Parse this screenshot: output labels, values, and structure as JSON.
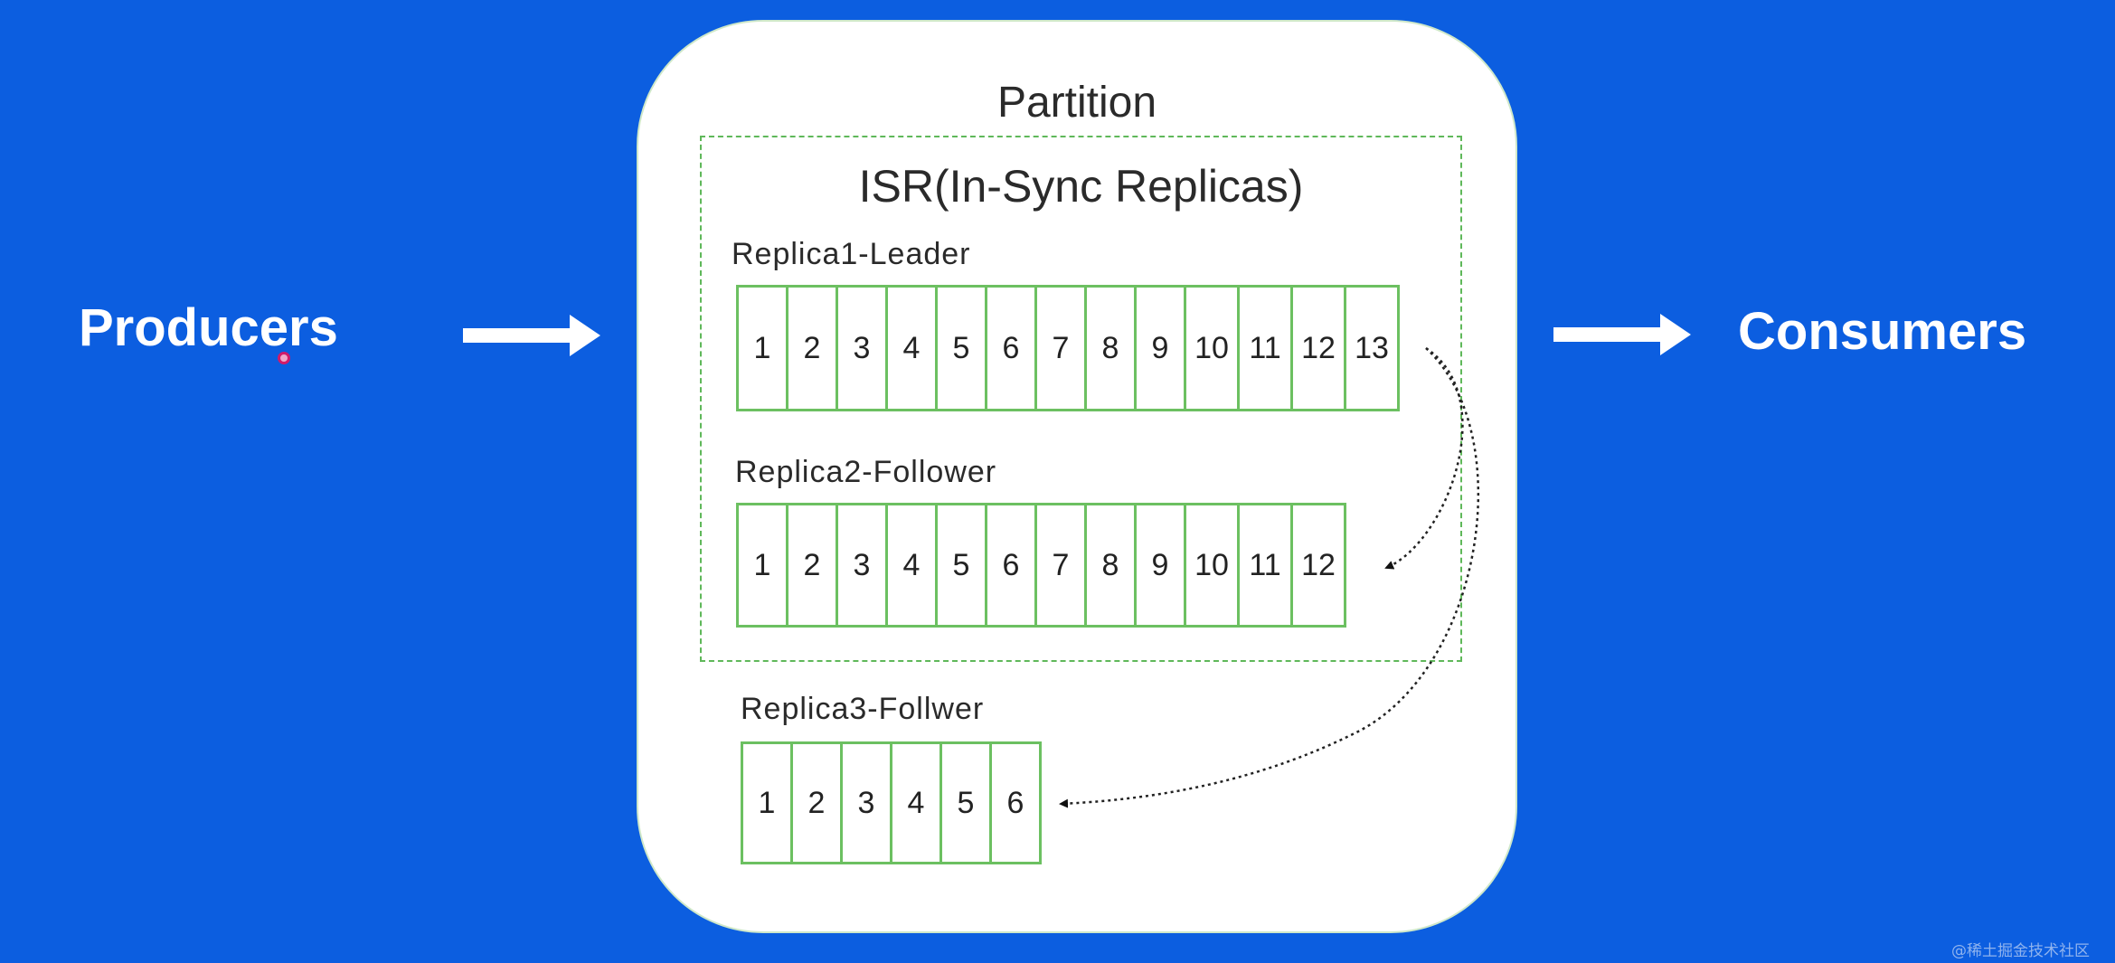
{
  "producers_label": "Producers",
  "consumers_label": "Consumers",
  "partition": {
    "title": "Partition",
    "isr_title": "ISR(In-Sync Replicas)",
    "replicas": [
      {
        "label": "Replica1-Leader",
        "cells": [
          "1",
          "2",
          "3",
          "4",
          "5",
          "6",
          "7",
          "8",
          "9",
          "10",
          "11",
          "12",
          "13"
        ]
      },
      {
        "label": "Replica2-Follower",
        "cells": [
          "1",
          "2",
          "3",
          "4",
          "5",
          "6",
          "7",
          "8",
          "9",
          "10",
          "11",
          "12"
        ]
      },
      {
        "label": "Replica3-Follwer",
        "cells": [
          "1",
          "2",
          "3",
          "4",
          "5",
          "6"
        ]
      }
    ]
  },
  "watermark": "@稀土掘金技术社区",
  "colors": {
    "background": "#0c5ee0",
    "cell_border": "#6cc061",
    "isr_border": "#5fb85a"
  },
  "icons": [
    "right-arrow-icon",
    "cursor-dot"
  ]
}
